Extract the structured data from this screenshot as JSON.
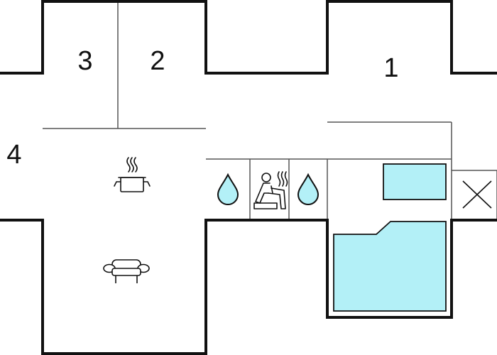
{
  "floorplan": {
    "rooms": [
      {
        "id": "room-1",
        "label": "1"
      },
      {
        "id": "room-2",
        "label": "2"
      },
      {
        "id": "room-3",
        "label": "3"
      },
      {
        "id": "room-4",
        "label": "4"
      }
    ],
    "icons": [
      {
        "id": "kitchen",
        "name": "cooking-pot-icon"
      },
      {
        "id": "living",
        "name": "sofa-icon"
      },
      {
        "id": "shower-1",
        "name": "water-drop-icon"
      },
      {
        "id": "sauna",
        "name": "sauna-icon"
      },
      {
        "id": "shower-2",
        "name": "water-drop-icon"
      },
      {
        "id": "storage",
        "name": "cross-mark-icon"
      }
    ],
    "colors": {
      "wall": "#111111",
      "partition": "#555555",
      "water": "#b3f0f7"
    }
  }
}
